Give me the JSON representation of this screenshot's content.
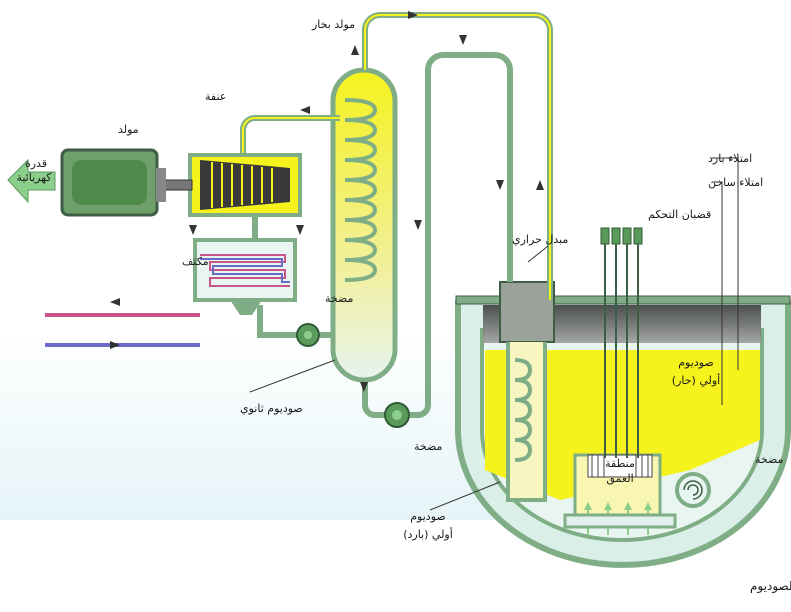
{
  "title": "مفاعل نووي سريع مبرد بالصوديوم",
  "labels": {
    "steam_generator": "مولد بخار",
    "turbine": "عنفة",
    "generator": "مولد",
    "electric_power_line1": "قدرة",
    "electric_power_line2": "كهربائية",
    "condenser": "مكثف",
    "pump_left": "مضخة",
    "pump_bottom": "مضخة",
    "pump_reactor": "مضخة",
    "secondary_sodium": "صوديوم ثانوي",
    "heat_exchanger": "مبدل حراري",
    "cold_plenum": "امتلاء بارد",
    "hot_plenum": "امتلاء ساخن",
    "control_rods": "قضبان التحكم",
    "primary_hot_line1": "صوديوم",
    "primary_hot_line2": "أولي (حار)",
    "core_line1": "منطقة",
    "core_line2": "العمق",
    "primary_cold_line1": "صوديوم",
    "primary_cold_line2": "أولي (بارد)"
  },
  "colors": {
    "pipe_green": "#7fae86",
    "pipe_edge": "#3d5e45",
    "sodium_yellow": "#f5f21c",
    "vessel_water": "#d9efe8",
    "generator_green": "#4f8a4a",
    "sky_fade": "#cfe9f2",
    "arrow_green": "#8ccf8c"
  }
}
